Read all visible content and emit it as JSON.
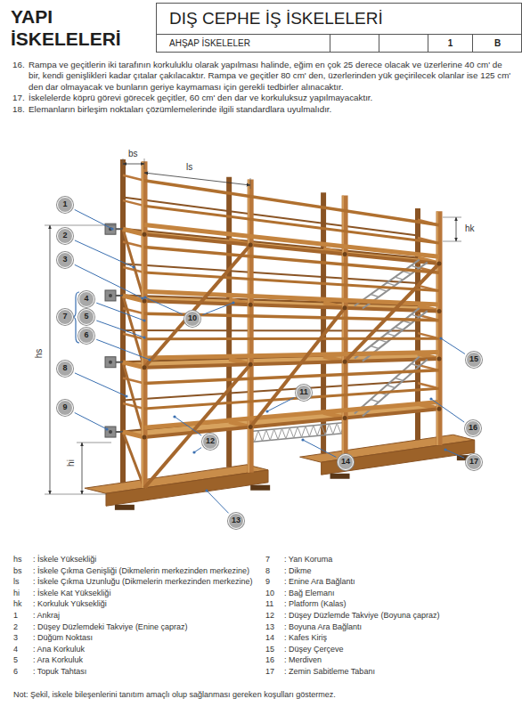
{
  "diagram": {
    "nodes": [
      {
        "text": [
          "YAPI İSKELELERİ"
        ]
      },
      {
        "text": [
          "DIŞ CEPHE İŞ İSKELELERİ"
        ]
      },
      {
        "text": [
          "AHŞAP İSKELELER"
        ]
      },
      {
        "text": [
          "1"
        ]
      },
      {
        "text": [
          "B"
        ]
      },
      {
        "text": [
          "1"
        ]
      },
      {
        "text": [
          "2"
        ]
      },
      {
        "text": [
          "3"
        ]
      },
      {
        "text": [
          "4"
        ]
      },
      {
        "text": [
          "5"
        ]
      },
      {
        "text": [
          "6"
        ]
      },
      {
        "text": [
          "7"
        ]
      },
      {
        "text": [
          "8"
        ]
      },
      {
        "text": [
          "9"
        ]
      },
      {
        "text": [
          "10"
        ]
      },
      {
        "text": [
          "11"
        ]
      },
      {
        "text": [
          "12"
        ]
      },
      {
        "text": [
          "13"
        ]
      },
      {
        "text": [
          "14"
        ]
      },
      {
        "text": [
          "15"
        ]
      },
      {
        "text": [
          "16"
        ]
      },
      {
        "text": [
          "17"
        ]
      }
    ],
    "labels": [
      "16.",
      "Rampa ve geçitlerin iki tarafının korkuluklu olarak yapılması halinde, eğim en çok 25 derece olacak ve üzerlerine 40 cm' de bir, kendi genişlikleri kadar çıtalar çakılacaktır. Rampa ve geçitler 80 cm' den, üzerlerinden yük geçirilecek olanlar ise 125 cm' den dar olmayacak ve bunların geriye kaymaması için gerekli tedbirler alınacaktır.",
      "17.",
      "İskelelerde köprü görevi görecek geçitler, 60 cm' den dar ve korkuluksuz yapılmayacaktır.",
      "18.",
      "Elemanların birleşim noktaları çözümlemelerinde ilgili standardlara uyulmalıdır.",
      "bs",
      "ls",
      "hk",
      "hs",
      "hi",
      "hs",
      ": İskele Yüksekliği",
      "bs",
      ": İskele Çıkma Genişliği (Dikmelerin merkezinden merkezine)",
      "ls",
      ": İskele Çıkma Uzunluğu (Dikmelerin merkezinden merkezine)",
      "hi",
      ": İskele Kat Yüksekliği",
      "hk",
      ": Korkuluk Yüksekliği",
      "1",
      ": Ankraj",
      "2",
      ": Düşey Düzlemdeki Takviye (Enine çapraz)",
      "3",
      ": Düğüm Noktası",
      "4",
      ": Ana Korkuluk",
      "5",
      ": Ara Korkuluk",
      "6",
      ": Topuk Tahtası",
      "7",
      ": Yan Koruma",
      "8",
      ": Dikme",
      "9",
      ": Enine Ara Bağlantı",
      "10",
      ": Bağ Elemanı",
      "11",
      ": Platform (Kalas)",
      "12",
      ": Düşey Düzlemde Takviye (Boyuna çapraz)",
      "13",
      ": Boyuna Ara Bağlantı",
      "14",
      ": Kafes Kiriş",
      "15",
      ": Düşey Çerçeve",
      "16",
      ": Merdiven",
      "17",
      ": Zemin Sabitleme Tabanı",
      "Not: Şekil, iskele bileşenlerini tanıtım amaçlı olup sağlanması gereken koşulları göstermez."
    ]
  }
}
